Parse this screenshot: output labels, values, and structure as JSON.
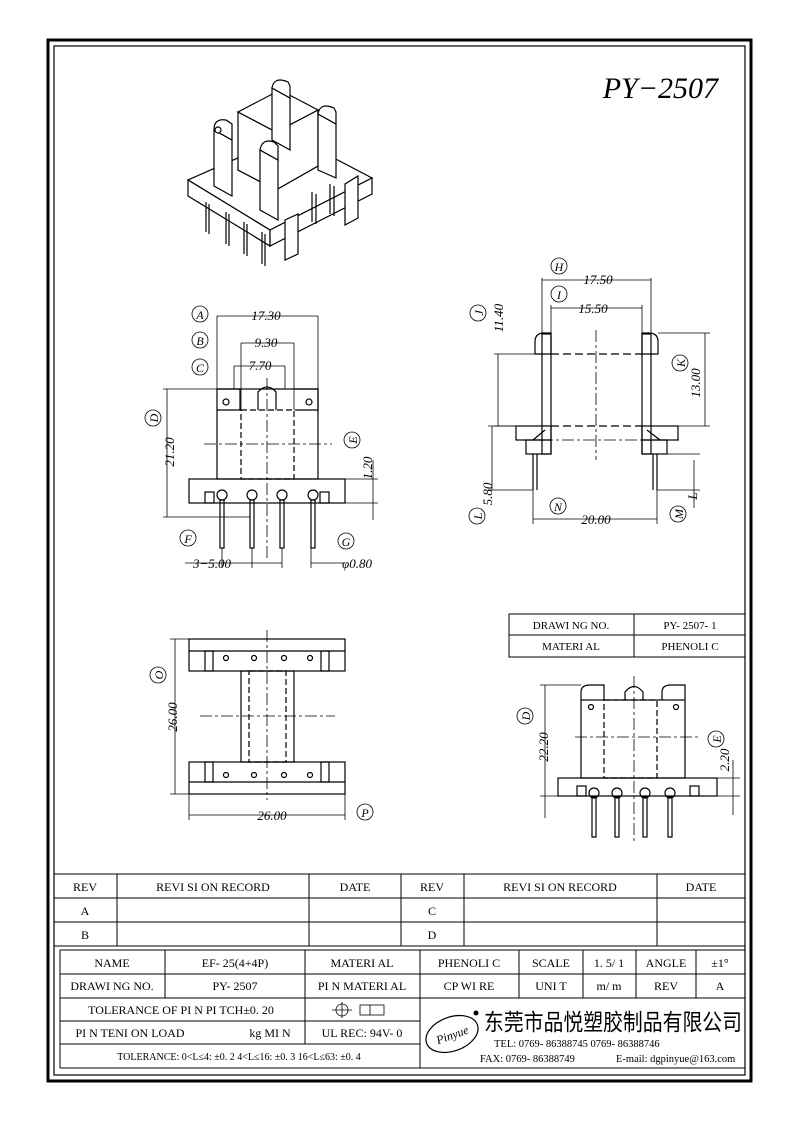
{
  "title": "PY−2507",
  "front_view": {
    "A": "17.30",
    "B": "9.30",
    "C": "7.70",
    "D": "21.20",
    "E": "1.20",
    "pitch": "3−5.00",
    "pin_dia": "φ0.80"
  },
  "side_view": {
    "H": "17.50",
    "I": "15.50",
    "J": "11.40",
    "K": "13.00",
    "L": "5.80",
    "N": "20.00",
    "L_small": "L"
  },
  "bottom_view": {
    "O": "26.00",
    "P": "26.00"
  },
  "variant": {
    "drawing_no_label": "DRAWI NG  NO.",
    "drawing_no": "PY- 2507- 1",
    "material_label": "MATERI AL",
    "material": "PHENOLI C",
    "D": "22.20",
    "E": "2.20"
  },
  "revision_table": {
    "headers": [
      "REV",
      "REVI SI ON  RECORD",
      "DATE",
      "REV",
      "REVI SI ON  RECORD",
      "DATE"
    ],
    "rows": [
      [
        "A",
        "C"
      ],
      [
        "B",
        "D"
      ]
    ]
  },
  "title_block": {
    "name_label": "NAME",
    "name": "EF- 25(4+4P)",
    "material_label": "MATERI AL",
    "material": "PHENOLI C",
    "scale_label": "SCALE",
    "scale": "1. 5/ 1",
    "angle_label": "ANGLE",
    "angle": "±1°",
    "drawing_no_label": "DRAWI NG  NO.",
    "drawing_no": "PY- 2507",
    "pin_material_label": "PI N  MATERI AL",
    "pin_material": "CP  WI RE",
    "unit_label": "UNI T",
    "unit": "m/ m",
    "rev_label": "REV",
    "rev": "A",
    "tolerance_pitch": "TOLERANCE  OF  PI N PI TCH±0. 20",
    "pin_load_label": "PI N  TENI ON  LOAD",
    "pin_load_unit": "kg  MI N",
    "ul": "UL  REC: 94V- 0",
    "tolerance_general": "TOLERANCE: 0<L≤4: ±0. 2   4<L≤16: ±0. 3   16<L≤63: ±0. 4"
  },
  "company": {
    "logo_text": "Pinyue",
    "name_cn": "东莞市品悦塑胶制品有限公司",
    "tel": "TEL: 0769- 86388745    0769- 86388746",
    "fax": "FAX: 0769- 86388749",
    "email": "E-mail: dgpinyue@163.com"
  }
}
